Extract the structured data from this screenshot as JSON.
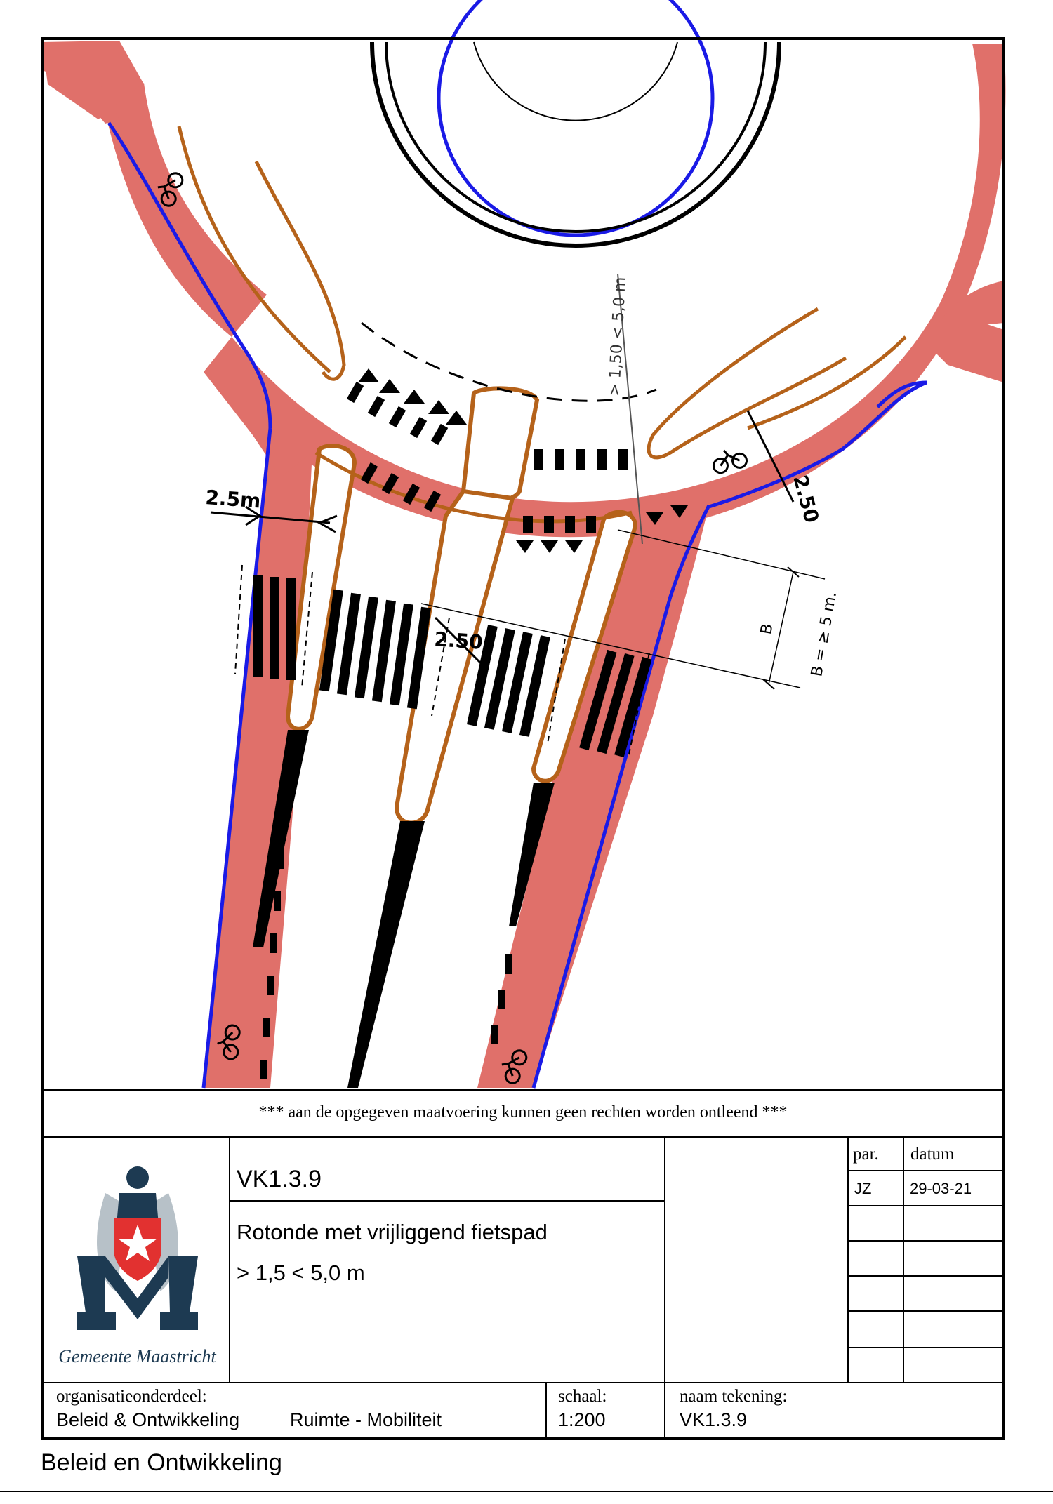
{
  "drawing": {
    "dimensions": {
      "bike_path_width_left": "2.5m",
      "median_width": "2.50",
      "bike_path_width_right": "2.50",
      "separation_range": "> 1,50 < 5,0 m",
      "b_label": "B",
      "b_rule": "B = ≥ 5 m."
    },
    "colors": {
      "cycle_path": "#e0706a",
      "curb_brown": "#b5621a",
      "edge_blue": "#1a1ae6",
      "line_black": "#000000"
    },
    "icons": [
      "bicycle-icon",
      "bicycle-icon",
      "bicycle-icon",
      "bicycle-icon"
    ]
  },
  "title_block": {
    "disclaimer": "*** aan de opgegeven maatvoering kunnen geen rechten worden ontleend ***",
    "code": "VK1.3.9",
    "title": "Rotonde met vrijliggend fietspad",
    "subtitle": "> 1,5 < 5,0 m",
    "logo_text": "Gemeente Maastricht",
    "revision_headers": {
      "par": "par.",
      "datum": "datum"
    },
    "revisions": [
      {
        "par": "JZ",
        "datum": "29-03-21"
      }
    ],
    "org_label": "organisatieonderdeel:",
    "org_value_1": "Beleid & Ontwikkeling",
    "org_value_2": "Ruimte - Mobiliteit",
    "scale_label": "schaal:",
    "scale_value": "1:200",
    "drawing_name_label": "naam tekening:",
    "drawing_name_value": "VK1.3.9"
  },
  "footer": {
    "text": "Beleid en Ontwikkeling"
  }
}
